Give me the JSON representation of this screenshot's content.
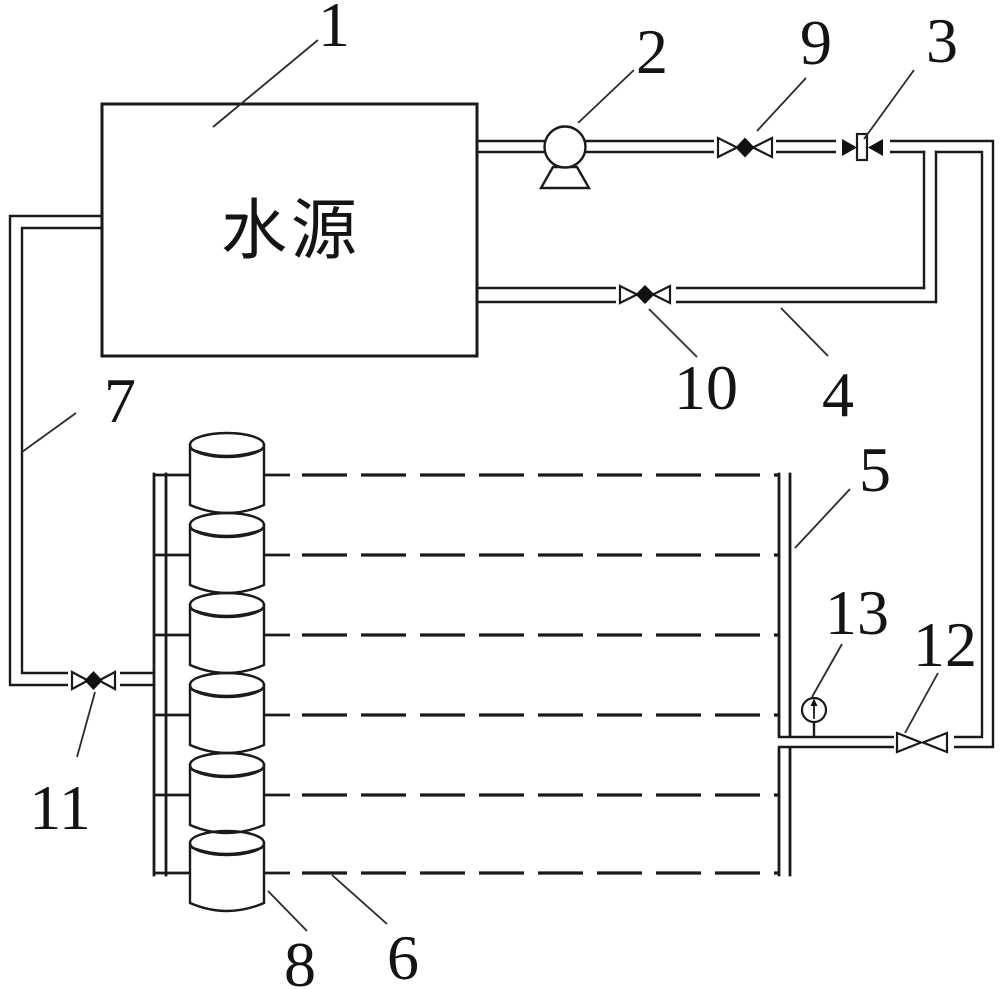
{
  "diagram": {
    "water_source_label": "水源",
    "callouts": {
      "c1": "1",
      "c2": "2",
      "c3": "3",
      "c4": "4",
      "c5": "5",
      "c6": "6",
      "c7": "7",
      "c8": "8",
      "c9": "9",
      "c10": "10",
      "c11": "11",
      "c12": "12",
      "c13": "13"
    },
    "colors": {
      "line": "#1a1a1a",
      "background": "#ffffff"
    }
  }
}
